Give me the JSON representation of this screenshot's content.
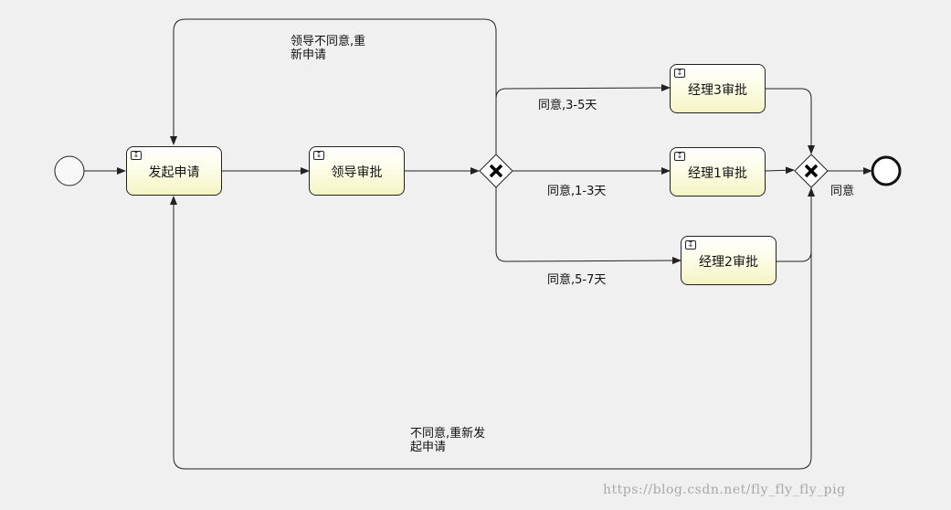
{
  "tasks": {
    "submit": {
      "label": "发起申请",
      "marker": "download-icon"
    },
    "leader": {
      "label": "领导审批",
      "marker": "download-icon"
    },
    "manager3": {
      "label": "经理3审批",
      "marker": "download-icon"
    },
    "manager1": {
      "label": "经理1审批",
      "marker": "download-icon"
    },
    "manager2": {
      "label": "经理2审批",
      "marker": "download-icon"
    }
  },
  "flows": {
    "leader_reject": "领导不同意,重\n新申请",
    "agree_3_5": "同意,3-5天",
    "agree_1_3": "同意,1-3天",
    "agree_5_7": "同意,5-7天",
    "agree_end": "同意",
    "reject_resubmit": "不同意,重新发\n起申请"
  },
  "watermark": "https://blog.csdn.net/fly_fly_fly_pig",
  "colors": {
    "stroke": "#222222",
    "background": "#f0f0f0",
    "task_fill": "#f8f8d0"
  }
}
